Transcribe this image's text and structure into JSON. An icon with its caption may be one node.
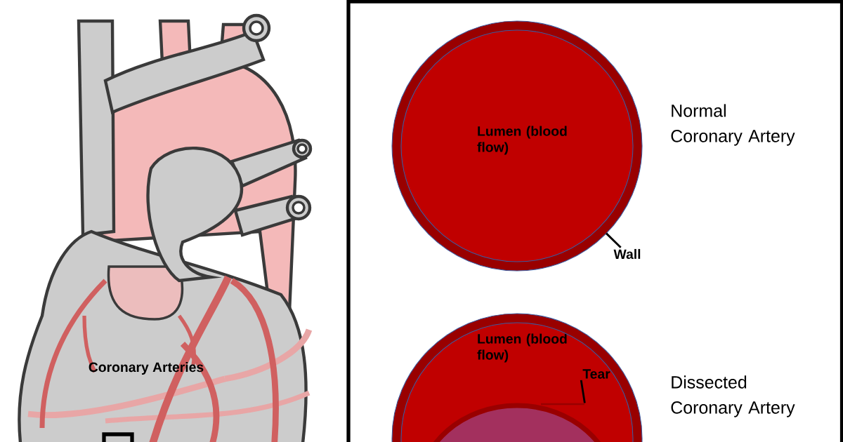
{
  "diagram": {
    "nodes": [
      {
        "text": [
          "Lumen (blood flow)"
        ],
        "beside": [
          "Normal Coronary Artery"
        ]
      },
      {
        "text": [
          "Wall"
        ]
      },
      {
        "text": [
          "Lumen (blood flow)"
        ],
        "beside": [
          "Dissected Coronary Artery"
        ]
      },
      {
        "text": [
          "Tear"
        ],
        "in": 2
      },
      {
        "text": [],
        "shape": "bar",
        "in": 2
      }
    ],
    "edges": [
      {
        "from": 1,
        "to": 0,
        "arrow": "none"
      },
      {
        "from": 3,
        "to": 4,
        "arrow": "none"
      }
    ],
    "labels": [
      "Coronary Arteries"
    ]
  }
}
